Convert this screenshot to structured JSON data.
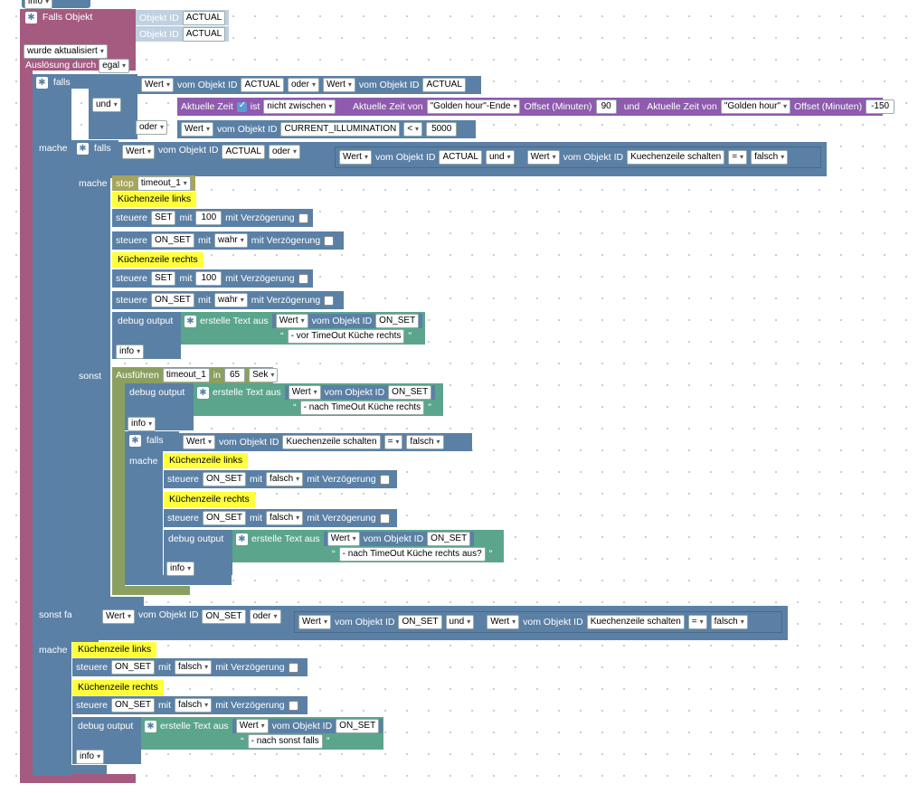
{
  "top_info": "info",
  "trigger": {
    "title": "Falls Objekt",
    "obj_label": "Objekt ID",
    "obj1": "ACTUAL",
    "obj2": "ACTUAL",
    "updated": "wurde aktualisiert",
    "ausloesung": "Auslösung durch",
    "egal": "egal"
  },
  "kw": {
    "falls": "falls",
    "mache": "mache",
    "sonst": "sonst",
    "sonst_falls": "sonst falls",
    "und": "und",
    "oder": "oder",
    "wert": "Wert",
    "vom_objekt": "vom Objekt ID",
    "steuere": "steuere",
    "mit": "mit",
    "mit_verz": "mit Verzögerung",
    "debug": "debug output",
    "erstelle": "erstelle Text aus",
    "info": "info",
    "stop": "stop",
    "ausfuehren": "Ausführen",
    "in": "in",
    "sek": "Sek"
  },
  "cond1": {
    "a": "ACTUAL",
    "b": "ACTUAL",
    "zeit": "Aktuelle Zeit",
    "ist": "ist",
    "nicht_zwischen": "nicht zwischen",
    "zeit_von": "Aktuelle Zeit von",
    "golden_end": "\"Golden hour\"-Ende",
    "offset": "Offset (Minuten)",
    "off1": "90",
    "golden": "\"Golden hour\"",
    "off2": "-150",
    "illum": "CURRENT_ILLUMINATION",
    "lt": "<",
    "illum_val": "5000"
  },
  "cond2": {
    "a": "ACTUAL",
    "b": "ACTUAL",
    "kz": "Kuechenzeile schalten",
    "eq": "=",
    "falsch": "falsch"
  },
  "mache1": {
    "timeout": "timeout_1",
    "note_l": "Küchenzeile links",
    "note_r": "Küchenzeile rechts",
    "set": "SET",
    "on_set": "ON_SET",
    "v100": "100",
    "wahr": "wahr",
    "dbg_obj": "ON_SET",
    "dbg_text": "- vor TimeOut Küche rechts"
  },
  "sonst1": {
    "timeout": "timeout_1",
    "sec": "65",
    "dbg_obj": "ON_SET",
    "dbg_text": "- nach TimeOut Küche rechts",
    "kz": "Kuechenzeile schalten",
    "eq": "=",
    "falsch": "falsch",
    "note_l": "Küchenzeile links",
    "note_r": "Küchenzeile rechts",
    "on_set": "ON_SET",
    "dbg2_obj": "ON_SET",
    "dbg2_text": "- nach TimeOut Küche rechts aus?"
  },
  "elseif": {
    "a": "ON_SET",
    "b": "ON_SET",
    "kz": "Kuechenzeile schalten",
    "eq": "=",
    "falsch": "falsch",
    "note_l": "Küchenzeile links",
    "note_r": "Küchenzeile rechts",
    "on_set": "ON_SET",
    "dbg_obj": "ON_SET",
    "dbg_text": "- nach sonst falls"
  }
}
